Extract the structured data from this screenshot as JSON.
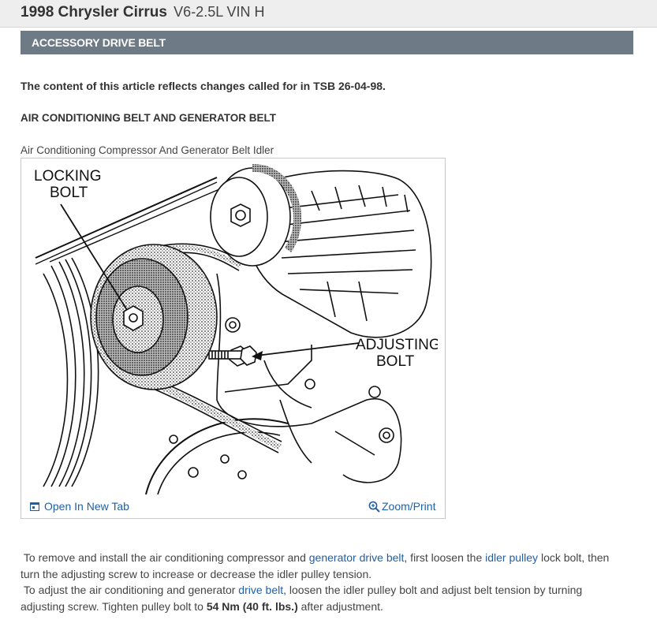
{
  "header": {
    "vehicle": "1998 Chrysler Cirrus",
    "engine": "V6-2.5L VIN H"
  },
  "section": {
    "title": "ACCESSORY DRIVE BELT"
  },
  "article": {
    "tsb_note": "The content of this article reflects changes called for in TSB 26-04-98.",
    "subsection_heading": "AIR CONDITIONING BELT AND GENERATOR BELT",
    "figure": {
      "caption": "Air Conditioning Compressor And Generator Belt Idler",
      "labels": {
        "locking_line1": "LOCKING",
        "locking_line2": "BOLT",
        "adjusting_line1": "ADJUSTING",
        "adjusting_line2": "BOLT"
      },
      "open_tab_label": "Open In New Tab",
      "zoom_label": "Zoom/Print"
    },
    "paragraph1": {
      "part1": "To remove and install the air conditioning compressor and ",
      "link1": "generator drive belt",
      "part2": ", first loosen the ",
      "link2": "idler pulley",
      "part3": " lock bolt, then turn the adjusting screw to increase or decrease the idler pulley tension."
    },
    "paragraph2": {
      "part1": "To adjust the air conditioning and generator ",
      "link1": "drive belt",
      "part2": ", loosen the idler pulley bolt and adjust belt tension by turning adjusting screw. Tighten pulley bolt to ",
      "torque": "54 Nm (40 ft. lbs.)",
      "part3": " after adjustment."
    }
  },
  "colors": {
    "section_bar": "#6e7b86",
    "link": "#1f5fa6",
    "header_bg": "#eeeeee"
  }
}
